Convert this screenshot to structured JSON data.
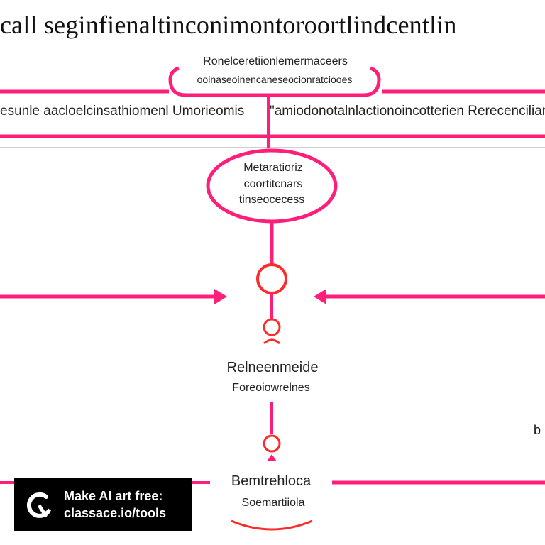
{
  "title": "call seginfienaltinconimontoroortlindcentlin",
  "top_box": {
    "line1": "Ronelceretiionlemermaceers",
    "line2": "ooinaseoinencaneseocionratciooes"
  },
  "band": {
    "left_text": "esunle aacloelcinsathiomenl Umorieomis",
    "right_text": "\"amiodonotalnlactionoincotterien Rerecenciliar"
  },
  "ellipse": {
    "lines": [
      "Metaratioriz",
      "coortitcnars",
      "tinseocecess"
    ]
  },
  "mid_node": {
    "title": "Relneenmeide",
    "subtitle": "Foreoiowrelnes"
  },
  "bottom_node": {
    "title": "Bemtrehloca",
    "subtitle": "Soemartiiola"
  },
  "edge_label": "b",
  "watermark": {
    "line1": "Make AI art free:",
    "line2": "classace.io/tools"
  },
  "colors": {
    "accent": "#ff1f7a",
    "node_red": "#ff2a2a"
  }
}
